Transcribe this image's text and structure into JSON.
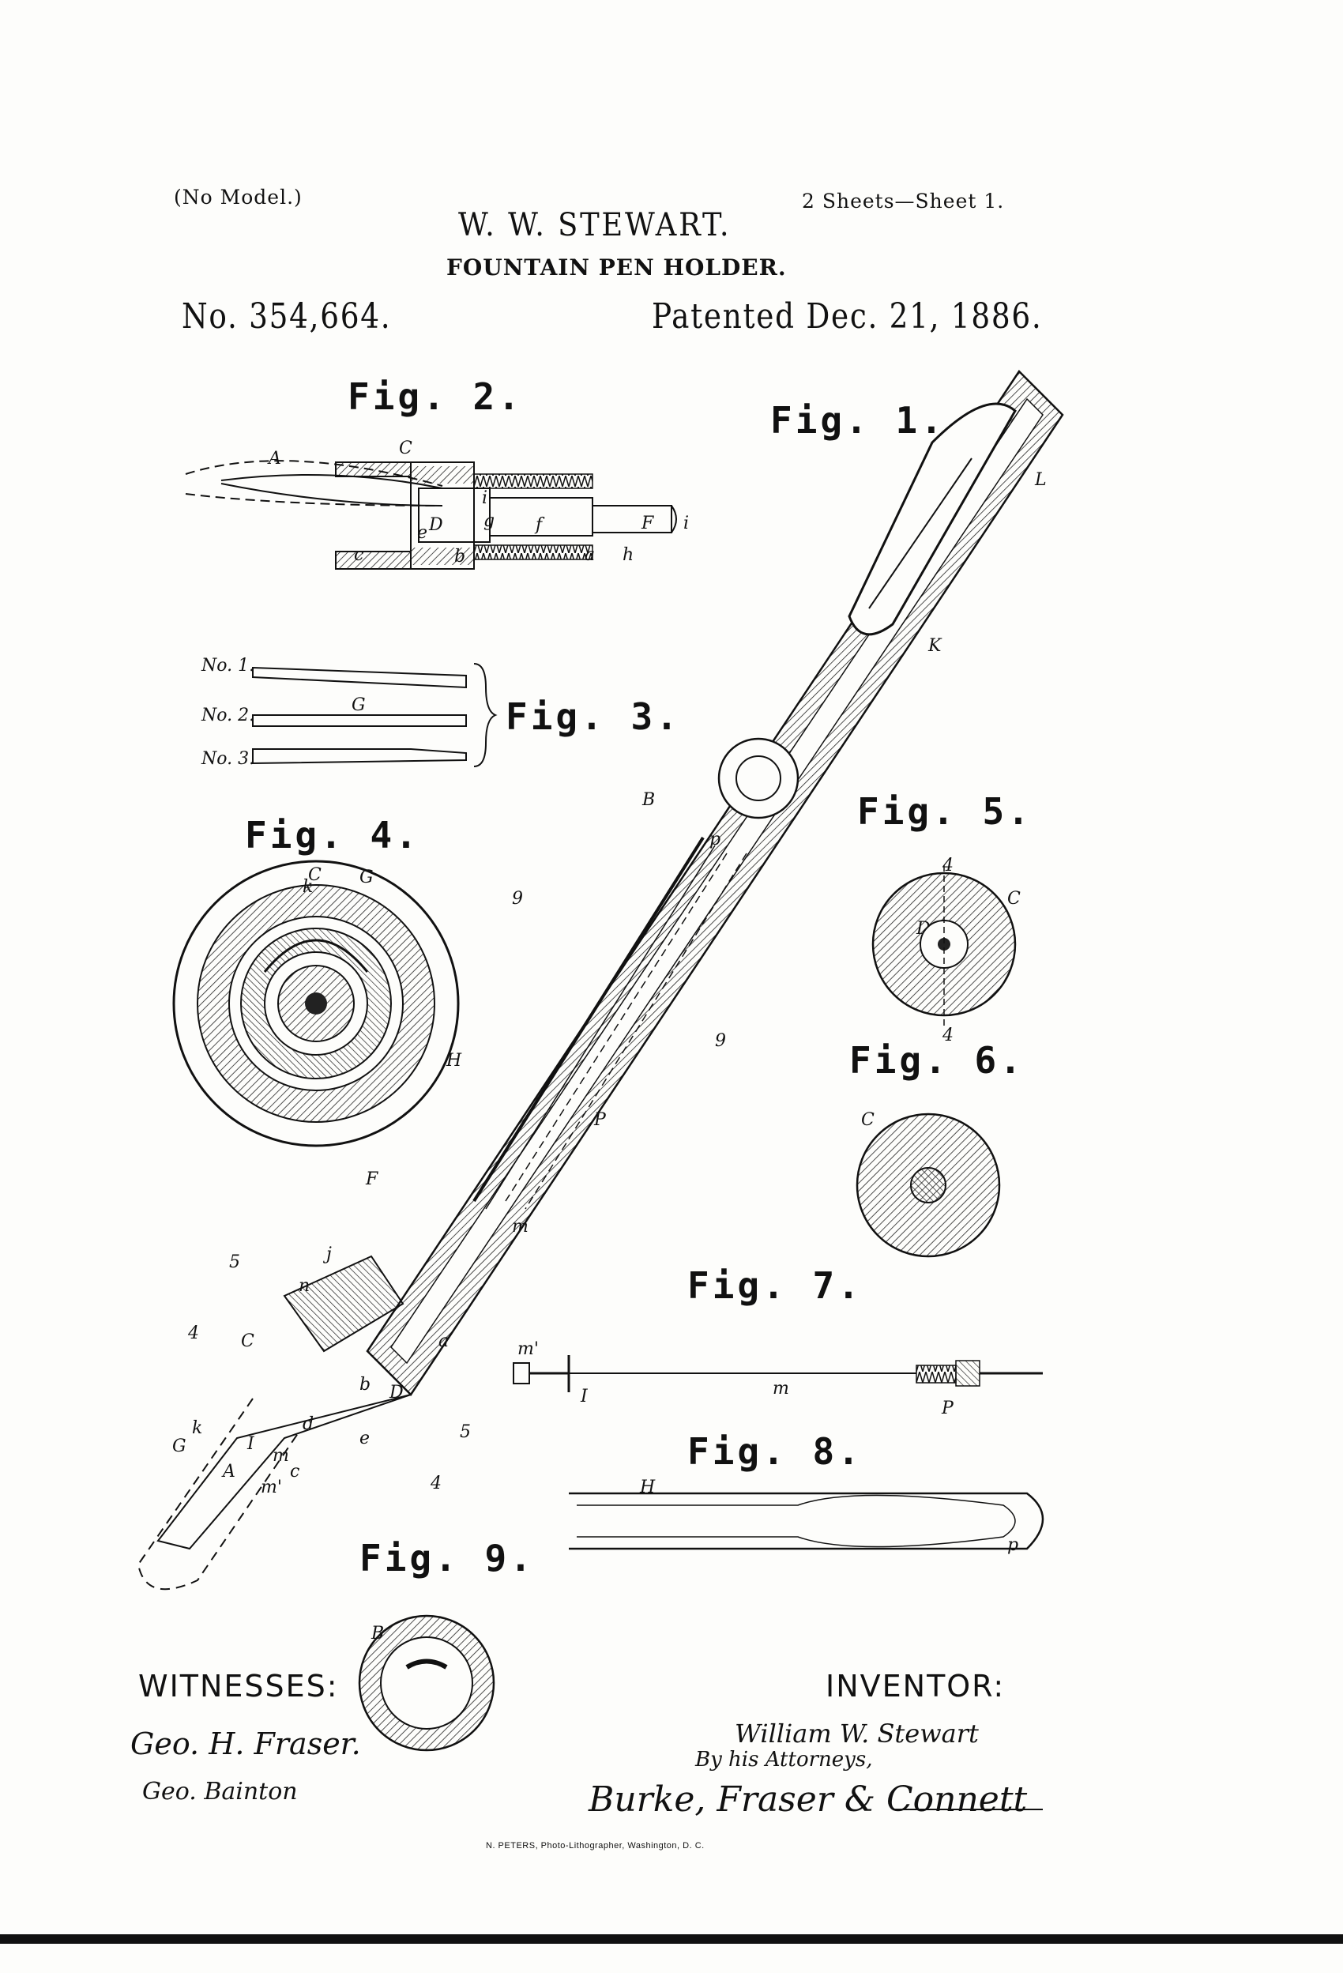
{
  "header": {
    "model": "(No Model.)",
    "inventor_name": "W. W. STEWART.",
    "sheets": "2 Sheets—Sheet 1.",
    "title": "FOUNTAIN PEN HOLDER.",
    "patent_no": "No. 354,664.",
    "patented": "Patented Dec. 21, 1886."
  },
  "figures": {
    "fig1": "Fig. 1.",
    "fig2": "Fig. 2.",
    "fig3": "Fig. 3.",
    "fig4": "Fig. 4.",
    "fig5": "Fig. 5.",
    "fig6": "Fig. 6.",
    "fig7": "Fig. 7.",
    "fig8": "Fig. 8.",
    "fig9": "Fig. 9."
  },
  "fig3_items": [
    "No. 1.",
    "No. 2.",
    "No. 3."
  ],
  "labels": {
    "A": "A",
    "B": "B",
    "C": "C",
    "D": "D",
    "E": "E",
    "F": "F",
    "G": "G",
    "H": "H",
    "I": "I",
    "J": "J",
    "K": "K",
    "L": "L",
    "P": "P",
    "a": "a",
    "b": "b",
    "c": "c",
    "d": "d",
    "e": "e",
    "f": "f",
    "g": "g",
    "h": "h",
    "i": "i",
    "j": "j",
    "k": "k",
    "m": "m",
    "m_prime": "m'",
    "n": "n",
    "p": "p",
    "num4": "4",
    "num5": "5",
    "num9": "9"
  },
  "witnesses": {
    "heading": "WITNESSES:",
    "sig1": "Geo. H. Fraser.",
    "sig2": "Geo. Bainton"
  },
  "inventor": {
    "heading": "INVENTOR:",
    "sig": "William W. Stewart",
    "by_line": "By his Attorneys,",
    "attorneys": "Burke, Fraser & Connett"
  },
  "footer": "N. PETERS, Photo-Lithographer, Washington, D. C."
}
